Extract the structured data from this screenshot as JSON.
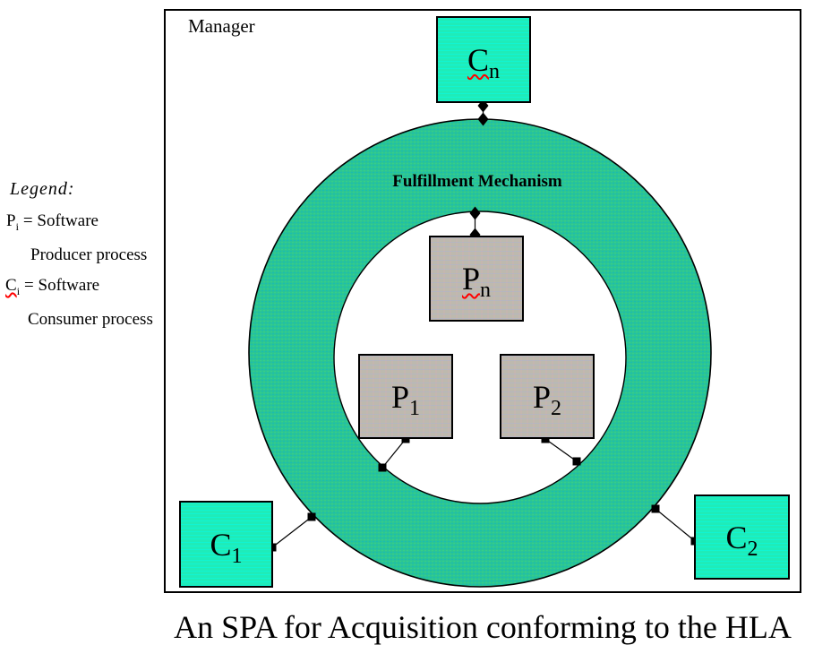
{
  "frame": {
    "manager_label": "Manager"
  },
  "legend": {
    "title": "Legend:",
    "producer_def": {
      "base": "P",
      "sub": "i",
      "rest": "= Software"
    },
    "producer_line2": "Producer process",
    "consumer_def": {
      "base": "C",
      "sub": "i",
      "rest": "= Software"
    },
    "consumer_line2": "Consumer process"
  },
  "ring": {
    "label": "Fulfillment Mechanism"
  },
  "nodes": {
    "cn": {
      "base": "C",
      "sub": "n"
    },
    "pn": {
      "base": "P",
      "sub": "n"
    },
    "p1": {
      "base": "P",
      "sub": "1"
    },
    "p2": {
      "base": "P",
      "sub": "2"
    },
    "c1": {
      "base": "C",
      "sub": "1"
    },
    "c2": {
      "base": "C",
      "sub": "2"
    }
  },
  "caption": "An SPA for Acquisition conforming to the HLA",
  "colors": {
    "ring_fill": "#2BC496",
    "ring_fill_alt": "#19BDB2",
    "ring_fill_alt2": "#36CF86",
    "consumer_fill": "#1FECB9",
    "producer_fill": "#BDB9AE",
    "outline": "#000000",
    "spellcheck_squiggle": "#FF0000"
  }
}
